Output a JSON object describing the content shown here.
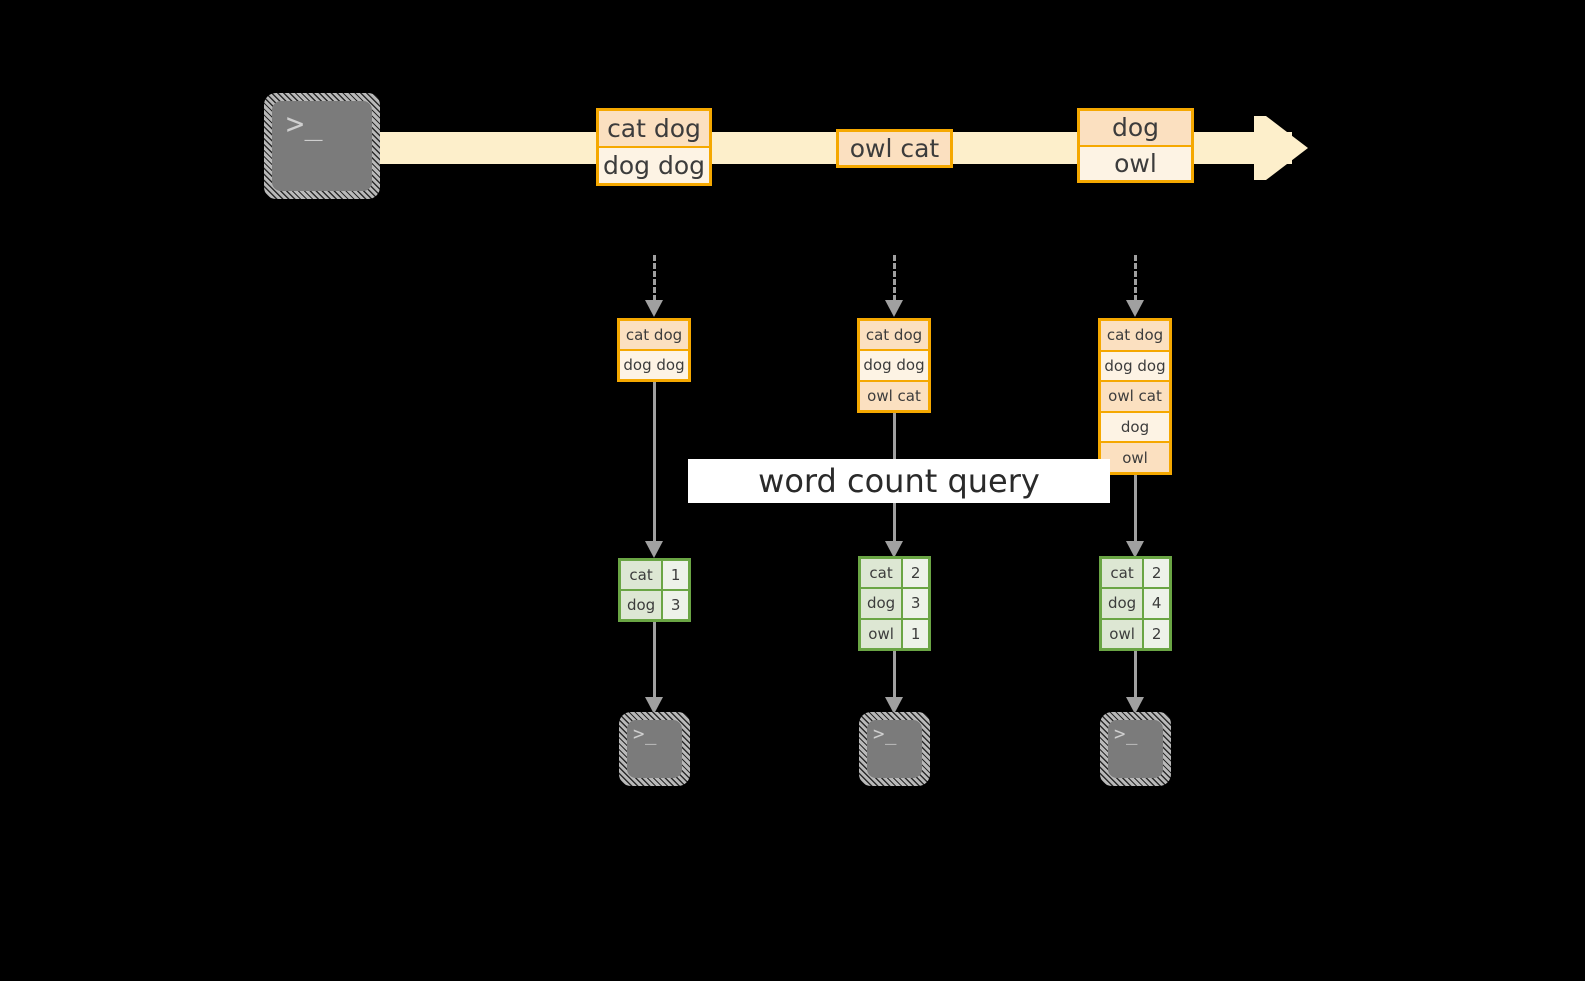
{
  "diagram": {
    "title_label": "word count query",
    "colors": {
      "stream_fill": "#FDEFCB",
      "stream_border": "#F5A800",
      "message_cell_dark": "#FBE0C0",
      "message_cell_light": "#FDF3E4",
      "result_border": "#6AA544",
      "result_key_fill": "#DDE7D3",
      "result_value_fill": "#EDF2E9",
      "arrow_gray": "#A0A0A0",
      "terminal_body": "#7B7B7B",
      "background": "#000000",
      "label_background": "#FFFFFF"
    },
    "terminal_glyph": ">_",
    "source_terminal": {
      "name": "terminal-source"
    },
    "stream": {
      "messages": [
        {
          "lines": [
            "cat dog",
            "dog dog"
          ]
        },
        {
          "lines": [
            "owl cat"
          ]
        },
        {
          "lines": [
            "dog",
            "owl"
          ]
        }
      ]
    },
    "snapshots": [
      {
        "lines": [
          "cat dog",
          "dog dog"
        ]
      },
      {
        "lines": [
          "cat dog",
          "dog dog",
          "owl cat"
        ]
      },
      {
        "lines": [
          "cat dog",
          "dog dog",
          "owl cat",
          "dog",
          "owl"
        ]
      }
    ],
    "results": [
      {
        "rows": [
          {
            "word": "cat",
            "count": "1"
          },
          {
            "word": "dog",
            "count": "3"
          }
        ]
      },
      {
        "rows": [
          {
            "word": "cat",
            "count": "2"
          },
          {
            "word": "dog",
            "count": "3"
          },
          {
            "word": "owl",
            "count": "1"
          }
        ]
      },
      {
        "rows": [
          {
            "word": "cat",
            "count": "2"
          },
          {
            "word": "dog",
            "count": "4"
          },
          {
            "word": "owl",
            "count": "2"
          }
        ]
      }
    ],
    "sink_terminals": [
      {
        "name": "terminal-sink-1"
      },
      {
        "name": "terminal-sink-2"
      },
      {
        "name": "terminal-sink-3"
      }
    ]
  }
}
